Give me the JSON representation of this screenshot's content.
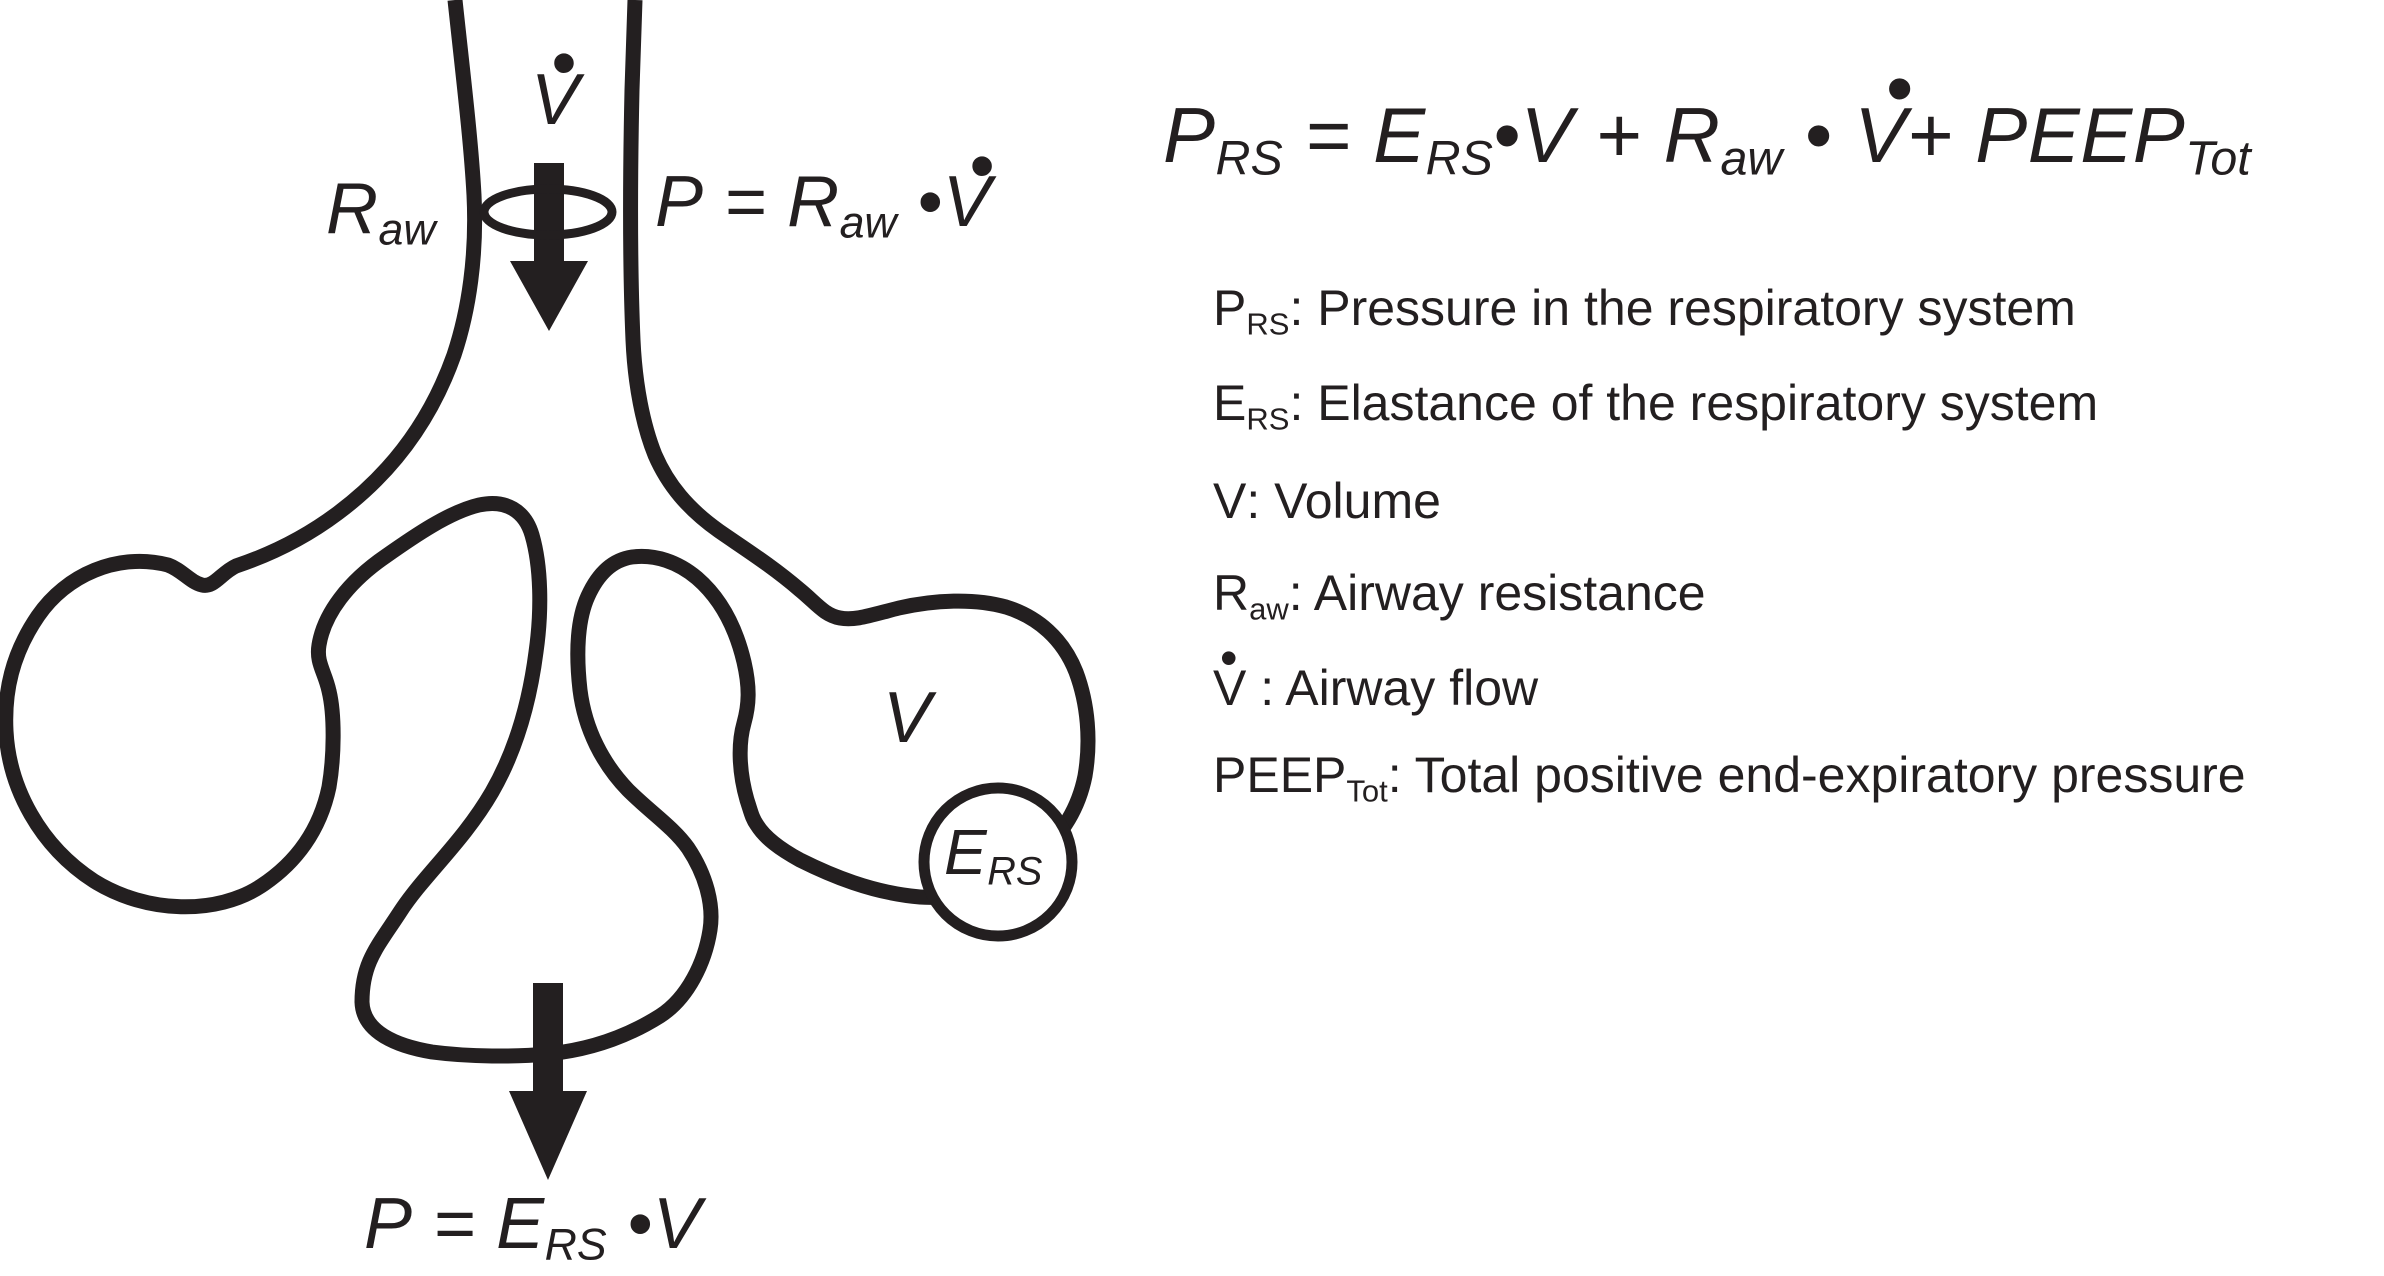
{
  "colors": {
    "ink": "#231f20",
    "paper": "#ffffff"
  },
  "diagram": {
    "flow_top": {
      "dot": "•",
      "letter": "V"
    },
    "raw_label": {
      "main": "R",
      "sub": "aw"
    },
    "p_raw": {
      "p": "P",
      "eq": " = ",
      "r": "R",
      "r_sub": "aw",
      "dot_op": " •",
      "v": "V",
      "v_dot": "•"
    },
    "volume_label": "V",
    "ers_label": {
      "main": "E",
      "sub": "RS"
    },
    "p_ers": {
      "p": "P",
      "eq": " = ",
      "e": "E",
      "e_sub": "RS",
      "dot_op": " •",
      "v": "V"
    }
  },
  "equation": {
    "p": "P",
    "p_sub": "RS",
    "eq": " = ",
    "e": "E",
    "e_sub": "RS",
    "dot1": "•",
    "v1": "V",
    "plus1": " + ",
    "r": "R",
    "r_sub": "aw",
    "dot2": " • ",
    "vdot_dot": "•",
    "vdot": "V",
    "plus2": "+ ",
    "peep": "PEEP",
    "peep_sub": "Tot"
  },
  "legend": {
    "items": [
      {
        "dot": "",
        "term": "P",
        "sub": "RS",
        "desc": ": Pressure in the respiratory system"
      },
      {
        "dot": "",
        "term": "E",
        "sub": "RS",
        "desc": ": Elastance of the respiratory system"
      },
      {
        "dot": "",
        "term": "V",
        "sub": "",
        "desc": ": Volume"
      },
      {
        "dot": "",
        "term": "R",
        "sub": "aw",
        "desc": ": Airway resistance"
      },
      {
        "dot": "•",
        "term": "V",
        "sub": "",
        "desc": " : Airway flow"
      },
      {
        "dot": "",
        "term": "PEEP",
        "sub": "Tot",
        "desc": ": Total positive end-expiratory pressure"
      }
    ]
  }
}
